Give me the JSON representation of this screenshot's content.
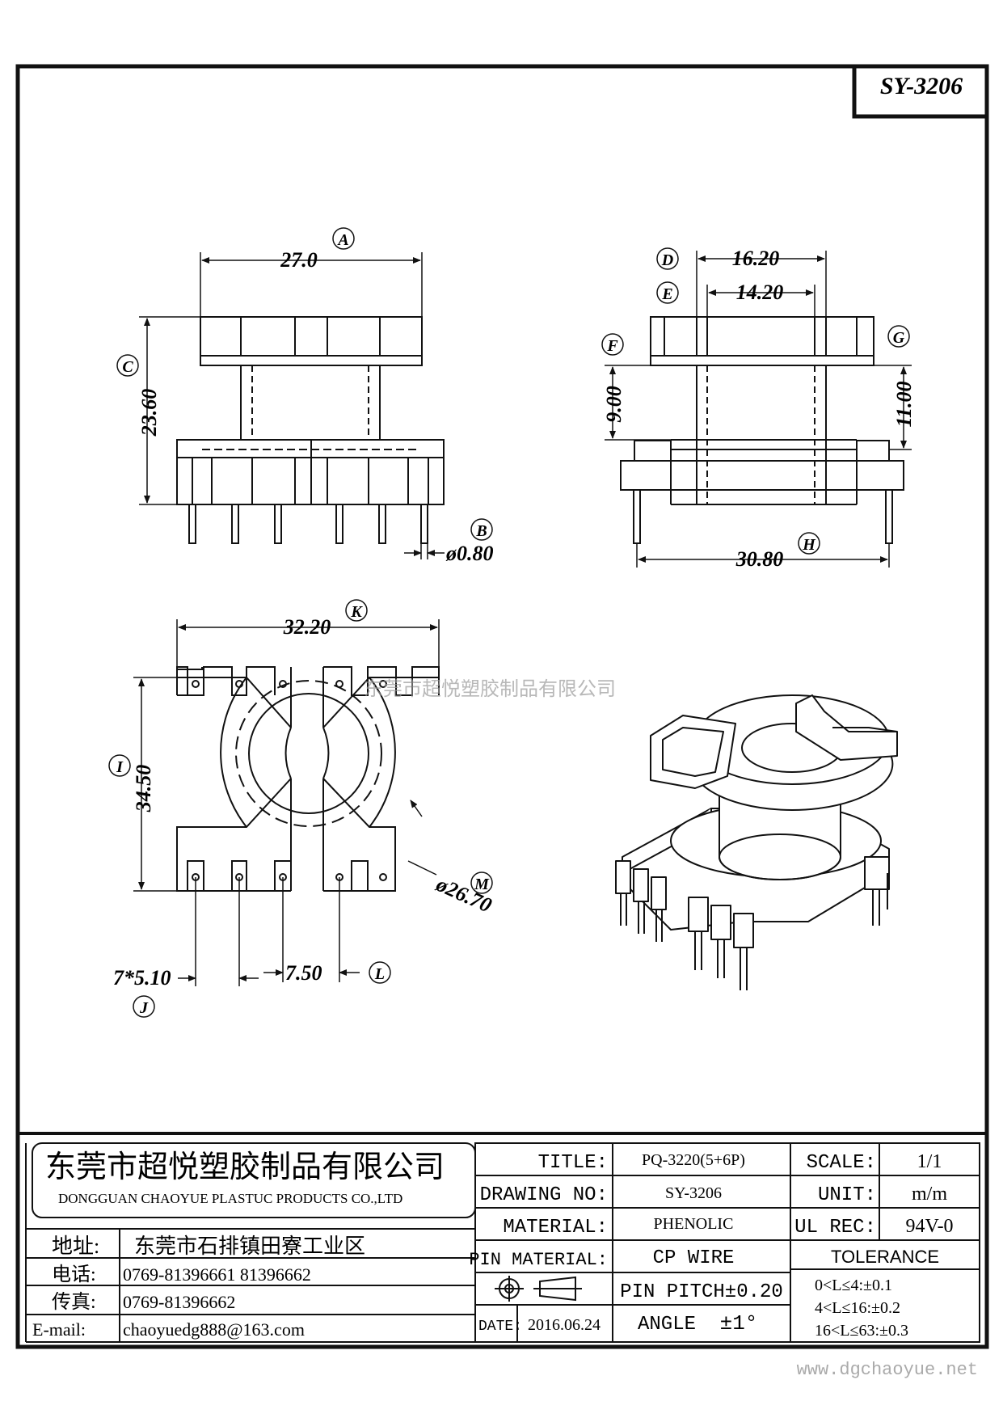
{
  "part_code": "SY-3206",
  "watermark": "东莞市超悦塑胶制品有限公司",
  "website": "www.dgchaoyue.net",
  "dims": {
    "A": {
      "letter": "A",
      "value": "27.0"
    },
    "B": {
      "letter": "B",
      "value": "ø0.80"
    },
    "C": {
      "letter": "C",
      "value": "23.60"
    },
    "D": {
      "letter": "D",
      "value": "16.20"
    },
    "E": {
      "letter": "E",
      "value": "14.20"
    },
    "F": {
      "letter": "F",
      "value": "9.00"
    },
    "G": {
      "letter": "G",
      "value": "11.00"
    },
    "H": {
      "letter": "H",
      "value": "30.80"
    },
    "I": {
      "letter": "I",
      "value": "34.50"
    },
    "J": {
      "letter": "J",
      "value": "7*5.10"
    },
    "K": {
      "letter": "K",
      "value": "32.20"
    },
    "L": {
      "letter": "L",
      "value": "7.50"
    },
    "M": {
      "letter": "M",
      "value": "ø26.70"
    }
  },
  "company": {
    "name_cn": "东莞市超悦塑胶制品有限公司",
    "name_en": "DONGGUAN CHAOYUE PLASTUC PRODUCTS CO.,LTD",
    "rows": [
      {
        "label": "地址:",
        "value": "东莞市石排镇田寮工业区"
      },
      {
        "label": "电话:",
        "value": "0769-81396661  81396662"
      },
      {
        "label": "传真:",
        "value": "0769-81396662"
      },
      {
        "label": "E-mail:",
        "value": "chaoyuedg888@163.com"
      }
    ]
  },
  "title_block": {
    "title_label": "TITLE:",
    "title_value": "PQ-3220(5+6P)",
    "drawing_label": "DRAWING NO:",
    "drawing_value": "SY-3206",
    "material_label": "MATERIAL:",
    "material_value": "PHENOLIC",
    "pin_material_label": "PIN MATERIAL:",
    "pin_material_value": "CP WIRE",
    "pin_pitch": "PIN PITCH±0.20",
    "date_label": "DATE:",
    "date_value": "2016.06.24",
    "angle_label": "ANGLE",
    "angle_value": "±1°",
    "scale_label": "SCALE:",
    "scale_value": "1/1",
    "unit_label": "UNIT:",
    "unit_value": "m/m",
    "ul_label": "UL REC:",
    "ul_value": "94V-0",
    "tolerance_label": "TOLERANCE",
    "tolerance_rows": [
      "0<L≤4:±0.1",
      "4<L≤16:±0.2",
      "16<L≤63:±0.3"
    ]
  }
}
